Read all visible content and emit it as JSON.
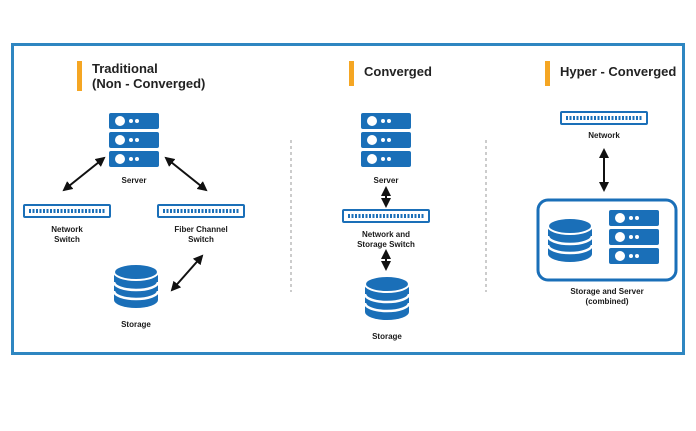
{
  "colors": {
    "border": "#2e86c1",
    "accent_bar": "#f5a623",
    "icon": "#1a6fb8",
    "arrow": "#111111",
    "divider": "#bbbbbb"
  },
  "columns": [
    {
      "heading_line1": "Traditional",
      "heading_line2": "(Non - Converged)",
      "labels": {
        "server": "Server",
        "network_switch_l1": "Network",
        "network_switch_l2": "Switch",
        "fc_switch_l1": "Fiber Channel",
        "fc_switch_l2": "Switch",
        "storage": "Storage"
      },
      "icons": [
        "server-icon",
        "network-switch-icon",
        "fiber-channel-switch-icon",
        "storage-icon"
      ]
    },
    {
      "heading_line1": "Converged",
      "labels": {
        "server": "Server",
        "switch_l1": "Network and",
        "switch_l2": "Storage Switch",
        "storage": "Storage"
      },
      "icons": [
        "server-icon",
        "switch-icon",
        "storage-icon"
      ]
    },
    {
      "heading_line1": "Hyper - Converged",
      "labels": {
        "network": "Network",
        "combined_l1": "Storage and Server",
        "combined_l2": "(combined)"
      },
      "icons": [
        "network-switch-icon",
        "combined-box-icon",
        "storage-icon",
        "server-icon"
      ]
    }
  ]
}
